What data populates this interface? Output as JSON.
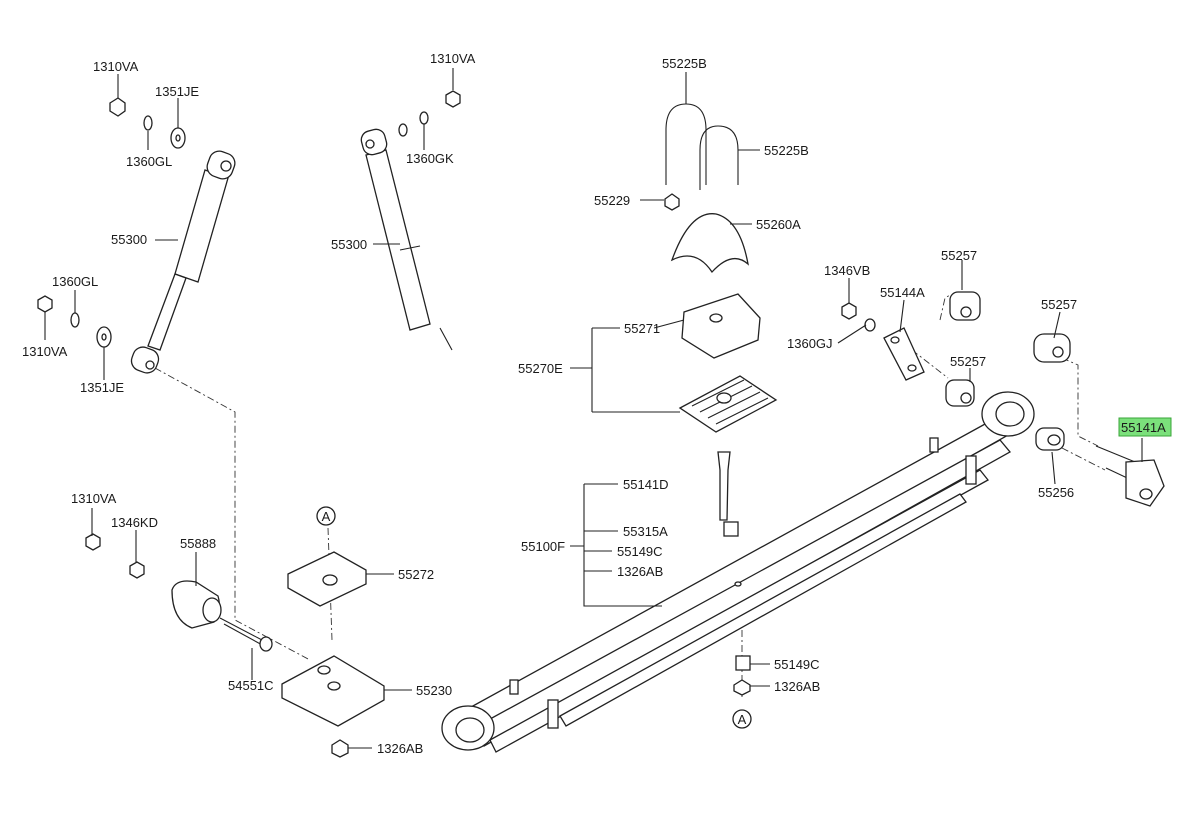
{
  "labels": {
    "l_1310va_a": "1310VA",
    "l_1351je_a": "1351JE",
    "l_1360gl_a": "1360GL",
    "l_55300_a": "55300",
    "l_1360gl_b": "1360GL",
    "l_1310va_b": "1310VA",
    "l_1351je_b": "1351JE",
    "l_1310va_c": "1310VA",
    "l_1360gk": "1360GK",
    "l_55300_b": "55300",
    "l_55225b_a": "55225B",
    "l_55225b_b": "55225B",
    "l_55229": "55229",
    "l_55260a": "55260A",
    "l_55271": "55271",
    "l_55270e": "55270E",
    "l_1346vb": "1346VB",
    "l_55144a": "55144A",
    "l_55257_a": "55257",
    "l_1360gj": "1360GJ",
    "l_55257_b": "55257",
    "l_55257_c": "55257",
    "l_55141a": "55141A",
    "l_55256": "55256",
    "l_55141d": "55141D",
    "l_55315a": "55315A",
    "l_55100f": "55100F",
    "l_55149c_a": "55149C",
    "l_1326ab_a": "1326AB",
    "l_1310va_d": "1310VA",
    "l_1346kd": "1346KD",
    "l_55888": "55888",
    "l_55272": "55272",
    "l_54551c": "54551C",
    "l_55230": "55230",
    "l_1326ab_b": "1326AB",
    "l_55149c_b": "55149C",
    "l_1326ab_c": "1326AB",
    "ref_a_top": "A",
    "ref_a_bottom": "A"
  },
  "highlight_color": "#7be07b"
}
